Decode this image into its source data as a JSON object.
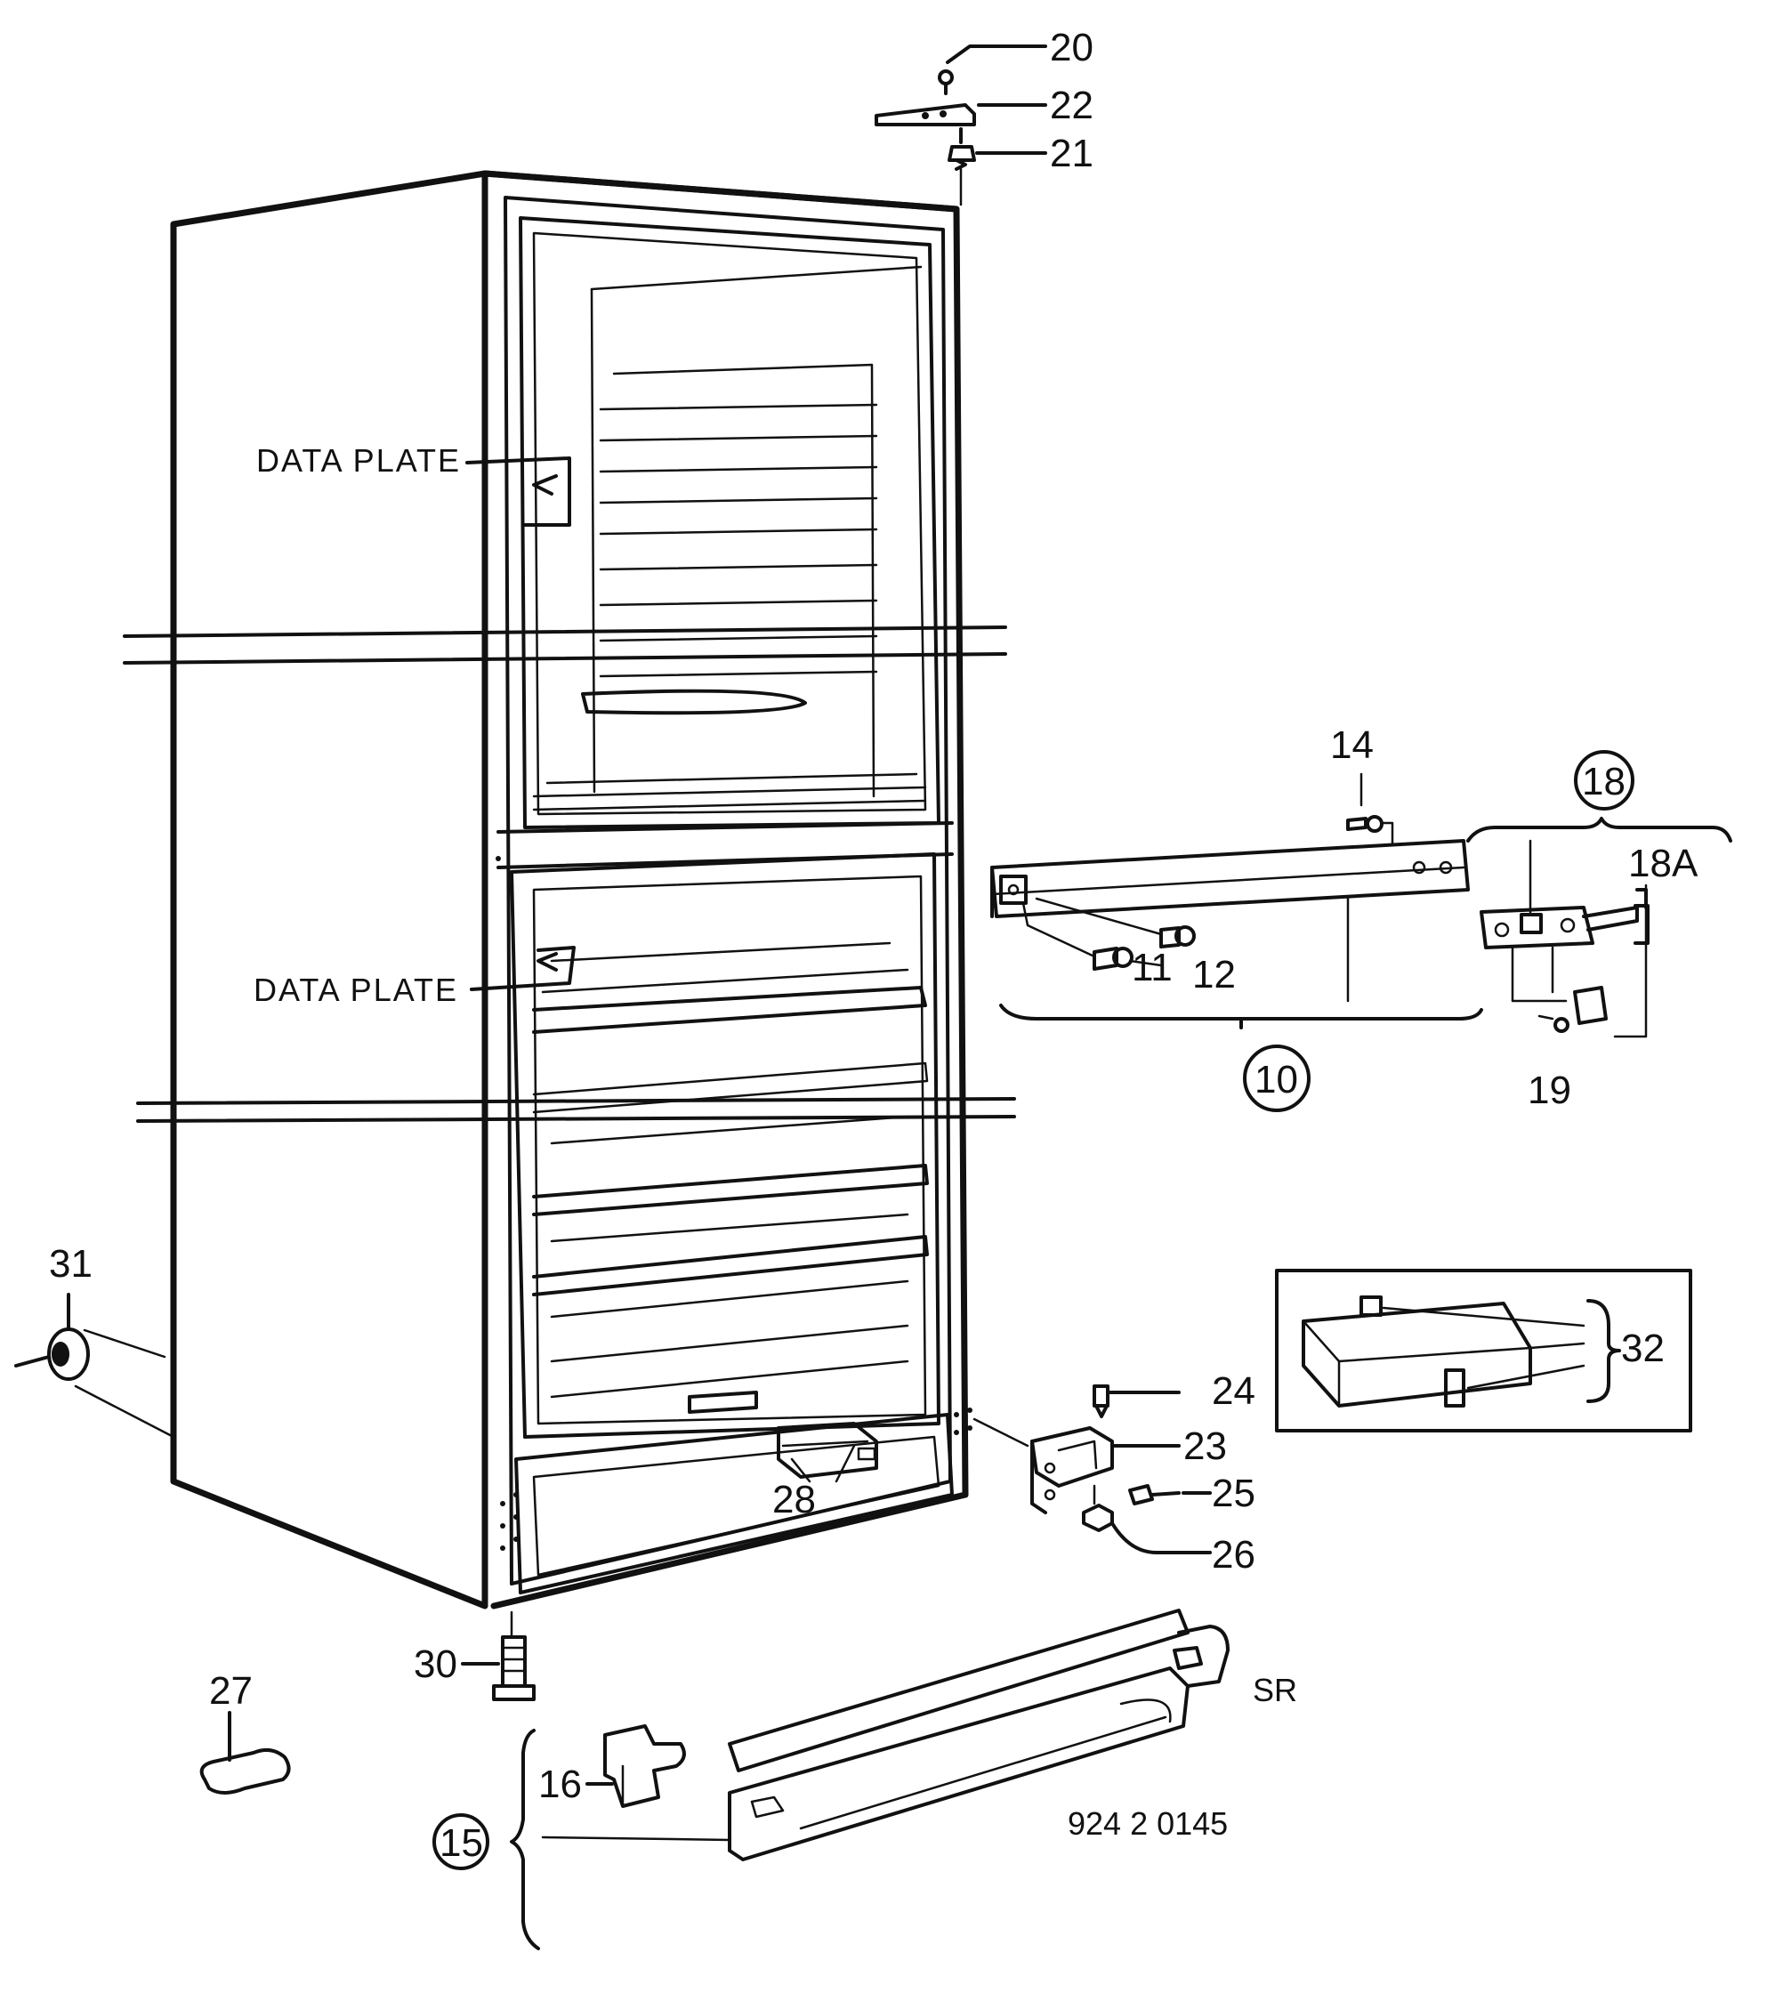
{
  "diagram": {
    "callouts": {
      "c10": "10",
      "c11": "11",
      "c12": "12",
      "c14": "14",
      "c15": "15",
      "c16": "16",
      "c18": "18",
      "c18a": "18A",
      "c19": "19",
      "c20": "20",
      "c21": "21",
      "c22": "22",
      "c23": "23",
      "c24": "24",
      "c25": "25",
      "c26": "26",
      "c27": "27",
      "c28": "28",
      "c30": "30",
      "c31": "31",
      "c32": "32"
    },
    "data_plate_label": "DATA PLATE",
    "sr_label": "SR",
    "drawing_code": "924 2 0145"
  }
}
